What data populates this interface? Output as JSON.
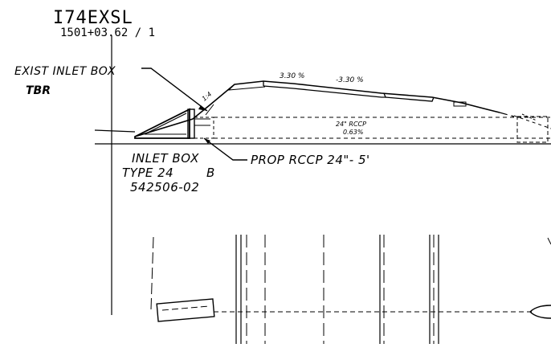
{
  "title": {
    "alignment": "I74EXSL",
    "station": "1501+03.62 / 1"
  },
  "labels": {
    "exist_inlet_box": "EXIST INLET BOX",
    "tbr": "TBR",
    "slope_left": "3.30 %",
    "slope_right": "-3.30 %",
    "side_slope": "1:4",
    "pipe_size": "24\" RCCP",
    "pipe_slope": "0.63%",
    "prop_rccp": "PROP RCCP 24\"- 5'",
    "inlet_box_line1": "INLET BOX",
    "inlet_box_line2": "TYPE 24",
    "inlet_box_line3": "B",
    "inlet_box_line4": "542506-02"
  }
}
